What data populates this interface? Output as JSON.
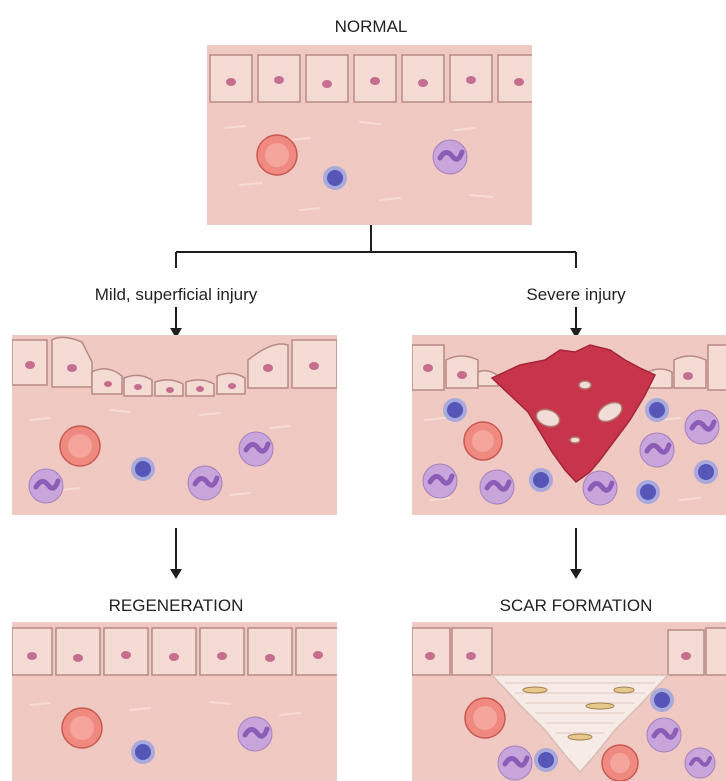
{
  "labels": {
    "normal": "NORMAL",
    "mild_injury": "Mild, superficial injury",
    "severe_injury": "Severe injury",
    "regeneration": "REGENERATION",
    "scar_formation": "SCAR FORMATION"
  },
  "colors": {
    "tissue": "#efc9c2",
    "tissue_stroke": "#d9a9a1",
    "epithelium": "#f4dcd5",
    "cell_border": "#b88a83",
    "epithelial_nucleus": "#c76e90",
    "red_blood_cell": "#f08a80",
    "lymphocyte": "#5656b8",
    "neutrophil": "#c8a6dc",
    "neutrophil_nucleus": "#8c5cb6",
    "clot": "#c8344a",
    "scar": "#f7ebe7",
    "fibroblast": "#e8c98c",
    "line": "#1e1e1e",
    "text": "#222222"
  }
}
